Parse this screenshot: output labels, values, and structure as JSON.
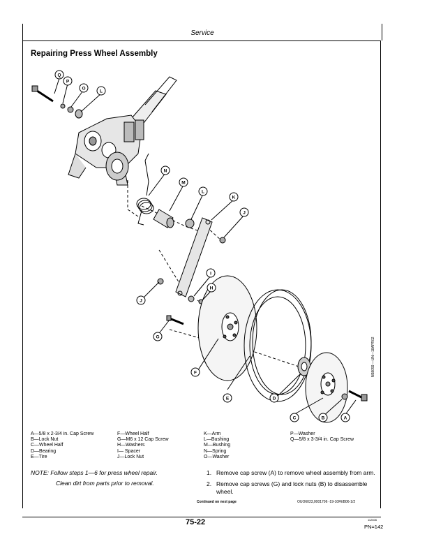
{
  "header": {
    "title": "Service"
  },
  "section": {
    "title": "Repairing Press Wheel Assembly"
  },
  "figure": {
    "id": "N58059 —UN—18APR02",
    "callouts": [
      "Q",
      "P",
      "O",
      "L",
      "N",
      "M",
      "L",
      "K",
      "J",
      "J",
      "I",
      "H",
      "G",
      "F",
      "E",
      "D",
      "C",
      "B",
      "A"
    ]
  },
  "legend": {
    "col1": [
      "A—5/8 x 2-3/4 in. Cap Screw",
      "B—Lock Nut",
      "C—Wheel Half",
      "D—Bearing",
      "E—Tire"
    ],
    "col2": [
      "F—Wheel Half",
      "G—M6 x 12 Cap Screw",
      "H—Washers",
      "I— Spacer",
      "J—Lock Nut"
    ],
    "col3": [
      "K—Arm",
      "L—Bushing",
      "M—Bushing",
      "N—Spring",
      "O—Washer"
    ],
    "col4": [
      "P—Washer",
      "Q—5/8 x 3-3/4 in. Cap Screw"
    ]
  },
  "note": {
    "line1": "NOTE: Follow steps 1—6 for press wheel repair.",
    "line2": "Clean dirt from parts prior to removal."
  },
  "steps": [
    {
      "num": "1.",
      "text": "Remove cap screw (A) to remove wheel assembly from arm."
    },
    {
      "num": "2.",
      "text": "Remove cap screws (G) and lock nuts (B) to disassemble wheel."
    }
  ],
  "continued": "Continued on next page",
  "reference": "OUO6023,0001706 -19-10FEB06-1/2",
  "footer": {
    "page": "75-22",
    "code": "112606",
    "pn": "PN=142"
  }
}
